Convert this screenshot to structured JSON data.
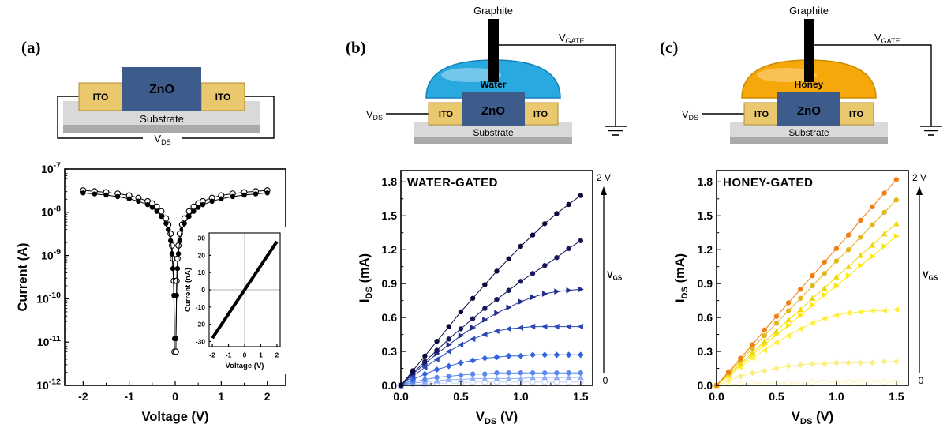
{
  "colors": {
    "zno": "#3D5C8C",
    "ito": "#EAC96E",
    "water": "#2AA9E0",
    "honey": "#F6A80B"
  },
  "panels": {
    "a": {
      "label": "(a)",
      "schematic": {
        "zno": "ZnO",
        "ito_left": "ITO",
        "ito_right": "ITO",
        "substrate": "Substrate",
        "vds": {
          "pre": "V",
          "sub": "DS"
        }
      }
    },
    "b": {
      "label": "(b)",
      "schematic": {
        "graphite": "Graphite",
        "liquid": "Water",
        "zno": "ZnO",
        "ito_left": "ITO",
        "ito_right": "ITO",
        "substrate": "Substrate",
        "vds": {
          "pre": "V",
          "sub": "DS"
        },
        "vgate": {
          "pre": "V",
          "sub": "GATE"
        }
      }
    },
    "c": {
      "label": "(c)",
      "schematic": {
        "graphite": "Graphite",
        "liquid": "Honey",
        "zno": "ZnO",
        "ito_left": "ITO",
        "ito_right": "ITO",
        "substrate": "Substrate",
        "vds": {
          "pre": "V",
          "sub": "DS"
        },
        "vgate": {
          "pre": "V",
          "sub": "GATE"
        }
      }
    }
  },
  "chart_data": [
    {
      "id": "a-iv",
      "type": "scatter",
      "title": "",
      "xlabel": {
        "text": "Voltage (V)"
      },
      "ylabel": {
        "text": "Current (A)"
      },
      "xlim": [
        -2.4,
        2.4
      ],
      "xticks": [
        -2,
        -1,
        0,
        1,
        2
      ],
      "xtick_labels": [
        "-2",
        "-1",
        "0",
        "1",
        "2"
      ],
      "yscale": "log",
      "ylim": [
        1e-12,
        1e-07
      ],
      "yticks": [
        1e-07,
        1e-08,
        1e-09,
        1e-10,
        1e-11,
        1e-12
      ],
      "series": [
        {
          "name": "sweep-open-circles",
          "marker": "open-circle",
          "color": "#000000",
          "markersize": 3.4,
          "linewidth": 1,
          "x": [
            -2,
            -1.75,
            -1.5,
            -1.25,
            -1,
            -0.8,
            -0.6,
            -0.5,
            -0.4,
            -0.3,
            -0.2,
            -0.15,
            -0.1,
            -0.07,
            -0.05,
            -0.03,
            -0.015,
            0.015,
            0.03,
            0.05,
            0.07,
            0.1,
            0.15,
            0.2,
            0.3,
            0.4,
            0.5,
            0.6,
            0.8,
            1,
            1.25,
            1.5,
            1.75,
            2
          ],
          "y": [
            3.2e-08,
            3.05e-08,
            2.9e-08,
            2.7e-08,
            2.45e-08,
            2.15e-08,
            1.8e-08,
            1.6e-08,
            1.35e-08,
            1.05e-08,
            7.2e-09,
            5.2e-09,
            3.2e-09,
            1.7e-09,
            8.5e-10,
            2.6e-10,
            6e-12,
            6e-12,
            2.6e-10,
            8.5e-10,
            1.7e-09,
            3.2e-09,
            5.2e-09,
            7.2e-09,
            1.05e-08,
            1.35e-08,
            1.6e-08,
            1.8e-08,
            2.15e-08,
            2.45e-08,
            2.7e-08,
            2.9e-08,
            3.05e-08,
            3.2e-08
          ]
        },
        {
          "name": "sweep-filled-circles",
          "marker": "circle",
          "color": "#000000",
          "markersize": 3.2,
          "linewidth": 1,
          "x": [
            -2,
            -1.75,
            -1.5,
            -1.25,
            -1,
            -0.8,
            -0.6,
            -0.5,
            -0.4,
            -0.3,
            -0.2,
            -0.15,
            -0.1,
            -0.07,
            -0.05,
            -0.03,
            -0.015,
            0.015,
            0.03,
            0.05,
            0.07,
            0.1,
            0.15,
            0.2,
            0.3,
            0.4,
            0.5,
            0.6,
            0.8,
            1,
            1.25,
            1.5,
            1.75,
            2
          ],
          "y": [
            2.8e-08,
            2.65e-08,
            2.5e-08,
            2.3e-08,
            2.05e-08,
            1.8e-08,
            1.5e-08,
            1.3e-08,
            1.05e-08,
            8e-09,
            5.5e-09,
            4e-09,
            2.2e-09,
            1.1e-09,
            5e-10,
            1.2e-10,
            1.2e-11,
            1.2e-11,
            1.2e-10,
            5e-10,
            1.1e-09,
            2.2e-09,
            4e-09,
            5.5e-09,
            8e-09,
            1.05e-08,
            1.3e-08,
            1.5e-08,
            1.8e-08,
            2.05e-08,
            2.3e-08,
            2.5e-08,
            2.65e-08,
            2.8e-08
          ]
        }
      ]
    },
    {
      "id": "a-inset",
      "type": "line",
      "title": "",
      "xlabel": {
        "text": "Voltage (V)"
      },
      "ylabel": {
        "text": "Current (nA)"
      },
      "xlim": [
        -2.2,
        2.2
      ],
      "xticks": [
        -2,
        -1,
        0,
        1,
        2
      ],
      "xtick_labels": [
        "-2",
        "-1",
        "0",
        "1",
        "2"
      ],
      "ylim": [
        -33,
        33
      ],
      "yticks": [
        -30,
        -20,
        -10,
        0,
        10,
        20,
        30
      ],
      "ytick_labels": [
        "-30",
        "-20",
        "-10",
        "0",
        "10",
        "20",
        "30"
      ],
      "zero_lines": true,
      "series": [
        {
          "name": "linear-iv",
          "marker": "none",
          "color": "#000000",
          "linewidth": 4,
          "x": [
            -2,
            -1.6,
            -1.2,
            -0.8,
            -0.4,
            0,
            0.4,
            0.8,
            1.2,
            1.6,
            2
          ],
          "y": [
            -28,
            -22.4,
            -16.8,
            -11.2,
            -5.6,
            0,
            5.6,
            11.2,
            16.8,
            22.4,
            28
          ]
        }
      ]
    },
    {
      "id": "b-output",
      "type": "scatter",
      "title": "WATER-GATED",
      "title_color": "#26476F",
      "xlabel": {
        "pre": "V",
        "sub": "DS",
        "post": " (V)"
      },
      "ylabel": {
        "pre": "I",
        "sub": "DS",
        "post": " (mA)"
      },
      "xlim": [
        0,
        1.6
      ],
      "xticks": [
        0,
        0.5,
        1,
        1.5
      ],
      "xtick_labels": [
        "0.0",
        "0.5",
        "1.0",
        "1.5"
      ],
      "ylim": [
        0,
        1.9
      ],
      "yticks": [
        0,
        0.3,
        0.6,
        0.9,
        1.2,
        1.5,
        1.8
      ],
      "ytick_labels": [
        "0.0",
        "0.3",
        "0.6",
        "0.9",
        "1.2",
        "1.5",
        "1.8"
      ],
      "gate": {
        "top": "2 V",
        "bottom": "0",
        "label": {
          "pre": "V",
          "sub": "GS"
        }
      },
      "x": [
        0,
        0.1,
        0.2,
        0.3,
        0.4,
        0.5,
        0.6,
        0.7,
        0.8,
        0.9,
        1,
        1.1,
        1.2,
        1.3,
        1.4,
        1.5
      ],
      "series": [
        {
          "name": "VGS step 1 (0 V)",
          "marker": "open-circle",
          "color": "#C6D4FA",
          "values": [
            0,
            0.01,
            0.01,
            0.02,
            0.02,
            0.02,
            0.03,
            0.03,
            0.03,
            0.03,
            0.03,
            0.03,
            0.03,
            0.03,
            0.03,
            0.03
          ]
        },
        {
          "name": "VGS step 2",
          "marker": "tri-up",
          "color": "#92AFF4",
          "values": [
            0,
            0.02,
            0.03,
            0.04,
            0.05,
            0.05,
            0.06,
            0.06,
            0.06,
            0.06,
            0.06,
            0.07,
            0.07,
            0.07,
            0.07,
            0.07
          ]
        },
        {
          "name": "VGS step 3",
          "marker": "circle",
          "color": "#5E87EC",
          "values": [
            0,
            0.03,
            0.05,
            0.07,
            0.08,
            0.09,
            0.1,
            0.1,
            0.11,
            0.11,
            0.11,
            0.11,
            0.11,
            0.11,
            0.11,
            0.11
          ]
        },
        {
          "name": "VGS step 4",
          "marker": "diamond",
          "color": "#3364DC",
          "values": [
            0,
            0.05,
            0.1,
            0.14,
            0.17,
            0.2,
            0.22,
            0.24,
            0.25,
            0.26,
            0.26,
            0.27,
            0.27,
            0.27,
            0.27,
            0.27
          ]
        },
        {
          "name": "VGS step 5",
          "marker": "tri-left",
          "color": "#2B49B4",
          "values": [
            0,
            0.08,
            0.16,
            0.23,
            0.3,
            0.36,
            0.41,
            0.45,
            0.48,
            0.5,
            0.51,
            0.52,
            0.52,
            0.52,
            0.52,
            0.52
          ]
        },
        {
          "name": "VGS step 6",
          "marker": "tri-right",
          "color": "#232E8C",
          "values": [
            0,
            0.1,
            0.19,
            0.28,
            0.36,
            0.44,
            0.51,
            0.58,
            0.64,
            0.69,
            0.74,
            0.78,
            0.81,
            0.83,
            0.84,
            0.85
          ]
        },
        {
          "name": "VGS step 7",
          "marker": "circle",
          "color": "#17175E",
          "values": [
            0,
            0.11,
            0.21,
            0.31,
            0.41,
            0.5,
            0.59,
            0.68,
            0.76,
            0.84,
            0.92,
            0.99,
            1.06,
            1.13,
            1.21,
            1.28
          ]
        },
        {
          "name": "VGS step 8 (2 V)",
          "marker": "circle",
          "color": "#0A0A3C",
          "values": [
            0,
            0.13,
            0.26,
            0.39,
            0.52,
            0.65,
            0.77,
            0.89,
            1.01,
            1.12,
            1.23,
            1.33,
            1.43,
            1.52,
            1.6,
            1.68
          ]
        }
      ]
    },
    {
      "id": "c-output",
      "type": "scatter",
      "title": "HONEY-GATED",
      "title_color": "#DFA71E",
      "xlabel": {
        "pre": "V",
        "sub": "DS",
        "post": " (V)"
      },
      "ylabel": {
        "pre": "I",
        "sub": "DS",
        "post": " (mA)"
      },
      "xlim": [
        0,
        1.6
      ],
      "xticks": [
        0,
        0.5,
        1,
        1.5
      ],
      "xtick_labels": [
        "0.0",
        "0.5",
        "1.0",
        "1.5"
      ],
      "ylim": [
        0,
        1.9
      ],
      "yticks": [
        0,
        0.3,
        0.6,
        0.9,
        1.2,
        1.5,
        1.8
      ],
      "ytick_labels": [
        "0.0",
        "0.3",
        "0.6",
        "0.9",
        "1.2",
        "1.5",
        "1.8"
      ],
      "gate": {
        "top": "2 V",
        "bottom": "0",
        "label": {
          "pre": "V",
          "sub": "GS"
        }
      },
      "x": [
        0,
        0.1,
        0.2,
        0.3,
        0.4,
        0.5,
        0.6,
        0.7,
        0.8,
        0.9,
        1,
        1.1,
        1.2,
        1.3,
        1.4,
        1.5
      ],
      "series": [
        {
          "name": "VGS step 1 (0 V)",
          "marker": "open-circle",
          "color": "#FAF5BC",
          "values": [
            0,
            0.01,
            0.01,
            0.02,
            0.02,
            0.02,
            0.02,
            0.02,
            0.03,
            0.03,
            0.03,
            0.03,
            0.03,
            0.03,
            0.03,
            0.03
          ]
        },
        {
          "name": "VGS step 2",
          "marker": "diamond",
          "color": "#F8EF85",
          "values": [
            0,
            0.04,
            0.08,
            0.11,
            0.13,
            0.15,
            0.17,
            0.18,
            0.19,
            0.19,
            0.2,
            0.2,
            0.2,
            0.2,
            0.21,
            0.21
          ]
        },
        {
          "name": "VGS step 3",
          "marker": "tri-left",
          "color": "#FFEE3C",
          "values": [
            0,
            0.08,
            0.16,
            0.24,
            0.31,
            0.38,
            0.44,
            0.5,
            0.55,
            0.59,
            0.62,
            0.64,
            0.65,
            0.66,
            0.66,
            0.67
          ]
        },
        {
          "name": "VGS step 4",
          "marker": "tri-right",
          "color": "#FBE70E",
          "values": [
            0,
            0.09,
            0.18,
            0.27,
            0.36,
            0.45,
            0.53,
            0.62,
            0.71,
            0.8,
            0.88,
            0.97,
            1.06,
            1.14,
            1.23,
            1.32
          ]
        },
        {
          "name": "VGS step 5",
          "marker": "tri-up",
          "color": "#EDD90F",
          "values": [
            0,
            0.1,
            0.19,
            0.29,
            0.39,
            0.48,
            0.58,
            0.67,
            0.77,
            0.86,
            0.96,
            1.05,
            1.15,
            1.24,
            1.34,
            1.43
          ]
        },
        {
          "name": "VGS step 6",
          "marker": "circle",
          "color": "#E2B51C",
          "values": [
            0,
            0.11,
            0.22,
            0.33,
            0.44,
            0.55,
            0.66,
            0.77,
            0.88,
            0.99,
            1.1,
            1.2,
            1.31,
            1.42,
            1.53,
            1.64
          ]
        },
        {
          "name": "VGS step 7 (2 V)",
          "marker": "circle",
          "color": "#F07E17",
          "values": [
            0,
            0.12,
            0.24,
            0.36,
            0.49,
            0.61,
            0.73,
            0.85,
            0.97,
            1.09,
            1.21,
            1.33,
            1.46,
            1.58,
            1.7,
            1.82
          ]
        }
      ]
    }
  ]
}
